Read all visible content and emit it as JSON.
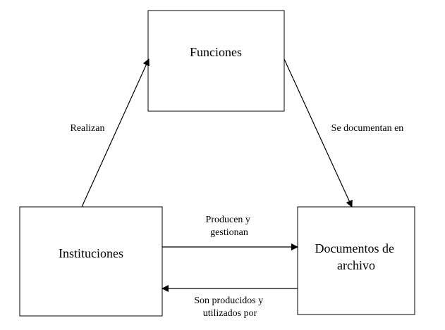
{
  "nodes": {
    "funciones": {
      "lines": [
        "Funciones"
      ]
    },
    "instituciones": {
      "lines": [
        "Instituciones"
      ]
    },
    "documentos": {
      "lines": [
        "Documentos de",
        "archivo"
      ]
    }
  },
  "edges": {
    "realizan": {
      "lines": [
        "Realizan"
      ]
    },
    "se_documentan": {
      "lines": [
        "Se documentan en"
      ]
    },
    "producen": {
      "lines": [
        "Producen y",
        "gestionan"
      ]
    },
    "son_producidos": {
      "lines": [
        "Son producidos y",
        "utilizados por"
      ]
    }
  },
  "colors": {
    "stroke": "#000000",
    "background": "#ffffff",
    "text": "#000000"
  }
}
